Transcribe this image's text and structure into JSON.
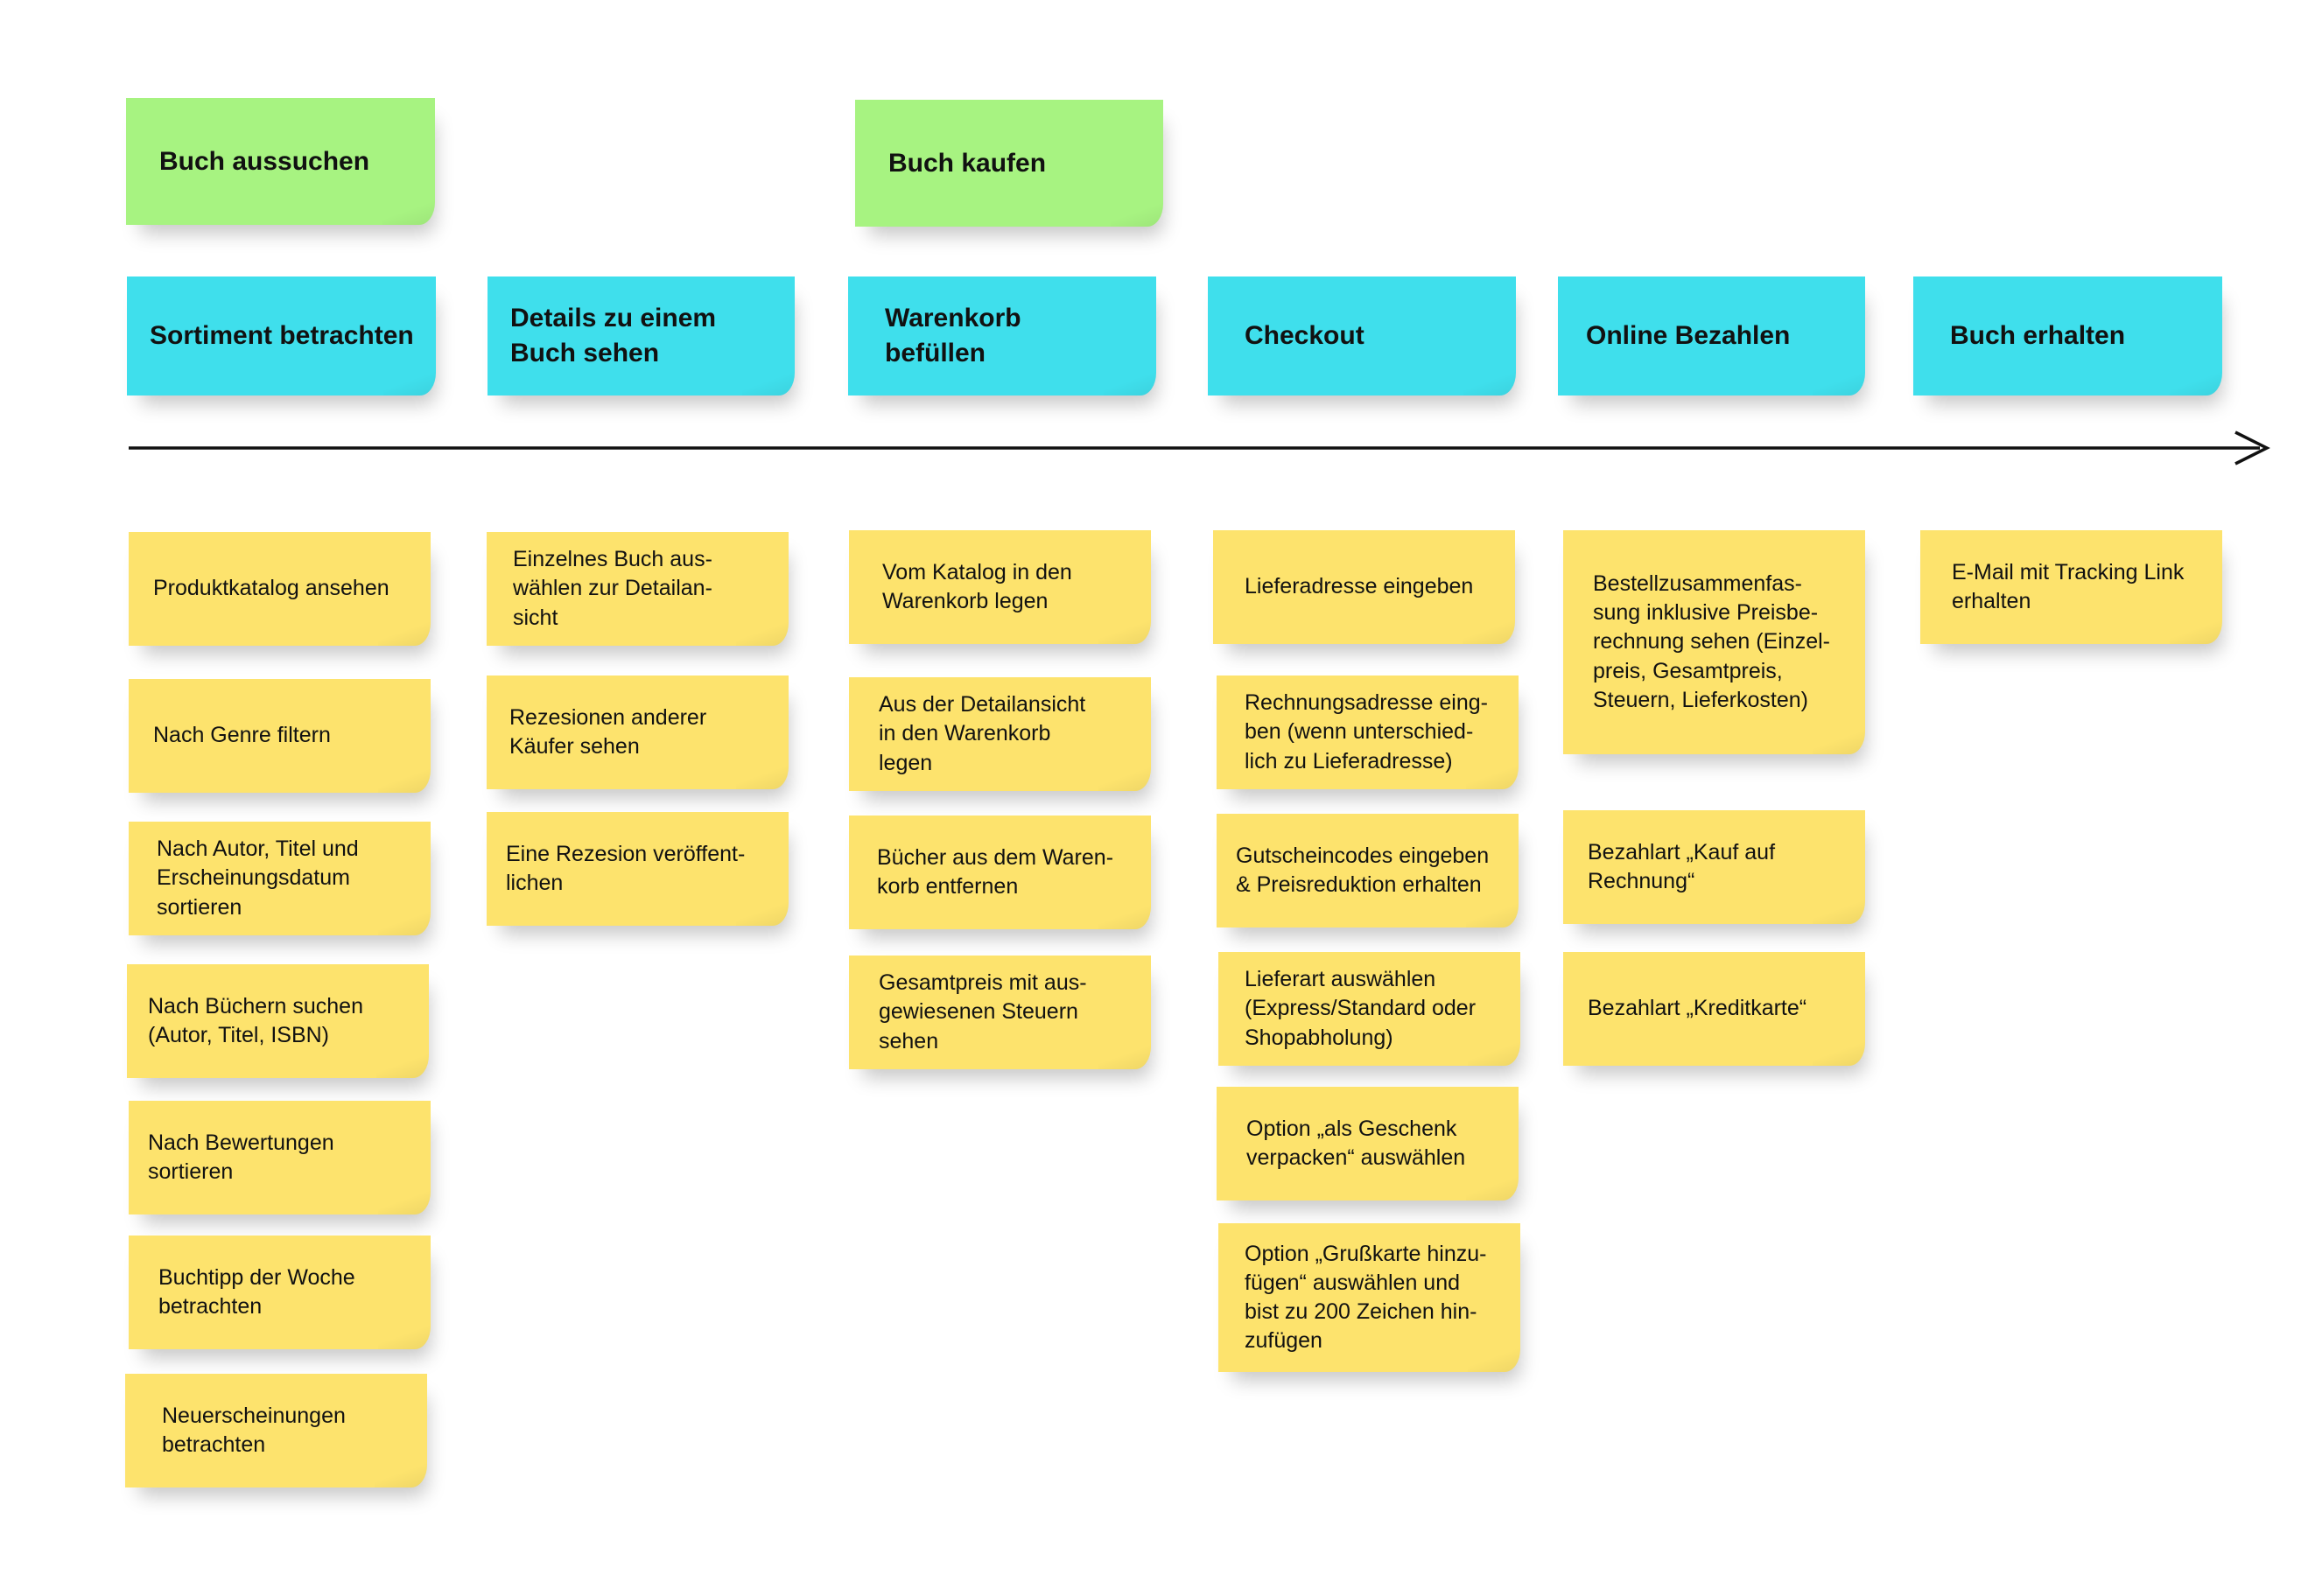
{
  "activities": {
    "buch_aussuchen": "Buch aussuchen",
    "buch_kaufen": "Buch kaufen"
  },
  "steps": [
    "Sortiment betrachten",
    "Details zu einem\nBuch sehen",
    "Warenkorb\nbefüllen",
    "Checkout",
    "Online Bezahlen",
    "Buch erhalten"
  ],
  "stories": {
    "sortiment": [
      "Produktkatalog ansehen",
      "Nach Genre filtern",
      "Nach Autor, Titel und\nErscheinungsdatum\nsortieren",
      "Nach Büchern suchen\n(Autor, Titel, ISBN)",
      "Nach Bewertungen\nsortieren",
      "Buchtipp der Woche\nbetrachten",
      "Neuerscheinungen\nbetrachten"
    ],
    "details": [
      "Einzelnes Buch aus-\nwählen zur Detailan-\nsicht",
      "Rezesionen anderer\nKäufer sehen",
      "Eine Rezesion veröffent-\nlichen"
    ],
    "warenkorb": [
      "Vom Katalog in den\nWarenkorb legen",
      "Aus der Detailansicht\nin den Warenkorb\nlegen",
      "Bücher aus dem Waren-\nkorb entfernen",
      "Gesamtpreis mit aus-\ngewiesenen Steuern\nsehen"
    ],
    "checkout": [
      "Lieferadresse eingeben",
      "Rechnungsadresse eing-\nben (wenn unterschied-\nlich zu Lieferadresse)",
      "Gutscheincodes eingeben\n& Preisreduktion erhalten",
      "Lieferart auswählen\n(Express/Standard oder\nShopabholung)",
      "Option „als Geschenk\nverpacken“ auswählen",
      "Option „Grußkarte hinzu-\nfügen“ auswählen und\nbist zu 200 Zeichen hin-\nzufügen"
    ],
    "bezahlen": [
      "Bestellzusammenfas-\nsung inklusive Preisbe-\nrechnung sehen (Einzel-\npreis, Gesamtpreis,\nSteuern, Lieferkosten)",
      "Bezahlart „Kauf auf\nRechnung“",
      "Bezahlart „Kreditkarte“"
    ],
    "erhalten": [
      "E-Mail mit Tracking Link\nerhalten"
    ]
  },
  "colors": {
    "activity": "#a7f381",
    "step": "#3fdfec",
    "story": "#fde36d",
    "arrow": "#111111"
  }
}
